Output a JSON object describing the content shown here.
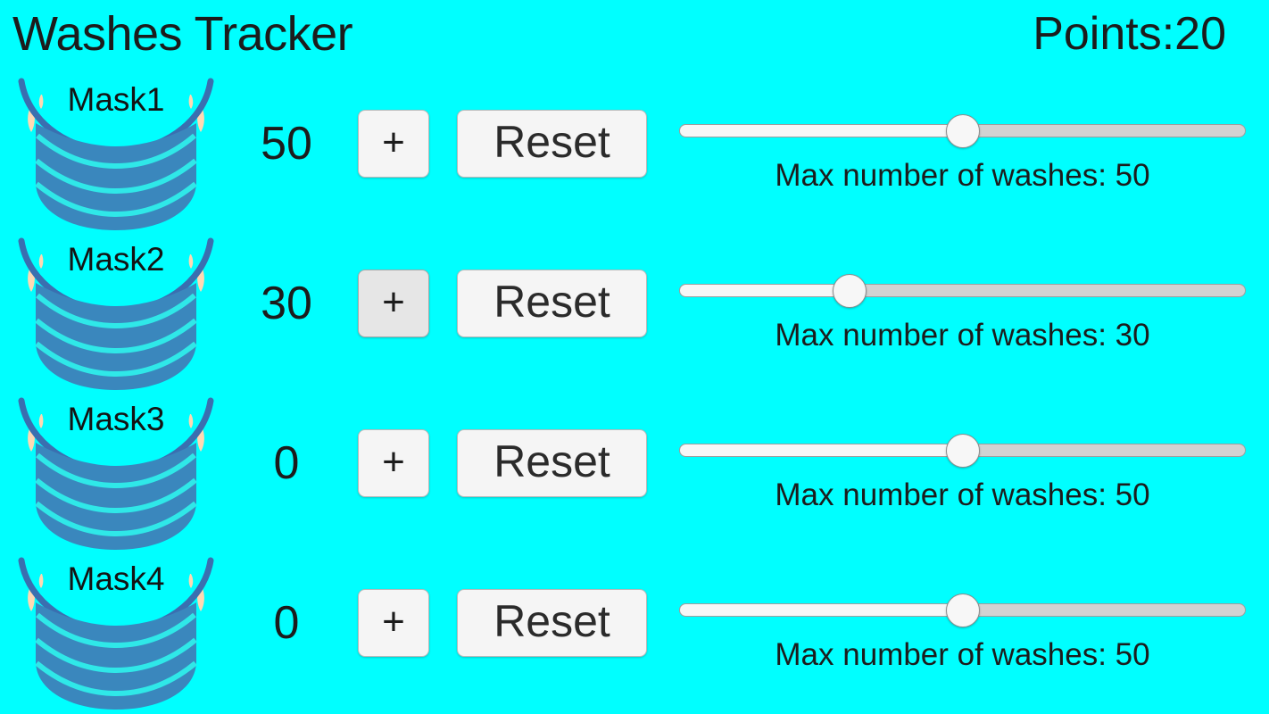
{
  "header": {
    "title": "Washes Tracker",
    "points_label": "Points:20"
  },
  "colors": {
    "background": "#00ffff",
    "mask_body": "#3a87bd",
    "mask_pleat_line": "#2fe8e8",
    "mask_strap": "#3a6fb0",
    "mask_ear": "#ffd9b3",
    "text": "#1c1c1c",
    "button_face": "#f5f5f5",
    "button_pressed": "#e6e6e6",
    "slider_track": "#d2d2d2",
    "slider_fill": "#f7f7f7"
  },
  "slider": {
    "min": 0,
    "max": 100
  },
  "rows": [
    {
      "icon": "face-mask-icon",
      "label": "Mask1",
      "count": "50",
      "plus_label": "+",
      "reset_label": "Reset",
      "slider_value": 50,
      "slider_caption": "Max number of washes: 50",
      "plus_pressed": false
    },
    {
      "icon": "face-mask-icon",
      "label": "Mask2",
      "count": "30",
      "plus_label": "+",
      "reset_label": "Reset",
      "slider_value": 30,
      "slider_caption": "Max number of washes: 30",
      "plus_pressed": true
    },
    {
      "icon": "face-mask-icon",
      "label": "Mask3",
      "count": "0",
      "plus_label": "+",
      "reset_label": "Reset",
      "slider_value": 50,
      "slider_caption": "Max number of washes: 50",
      "plus_pressed": false
    },
    {
      "icon": "face-mask-icon",
      "label": "Mask4",
      "count": "0",
      "plus_label": "+",
      "reset_label": "Reset",
      "slider_value": 50,
      "slider_caption": "Max number of washes: 50",
      "plus_pressed": false
    }
  ]
}
